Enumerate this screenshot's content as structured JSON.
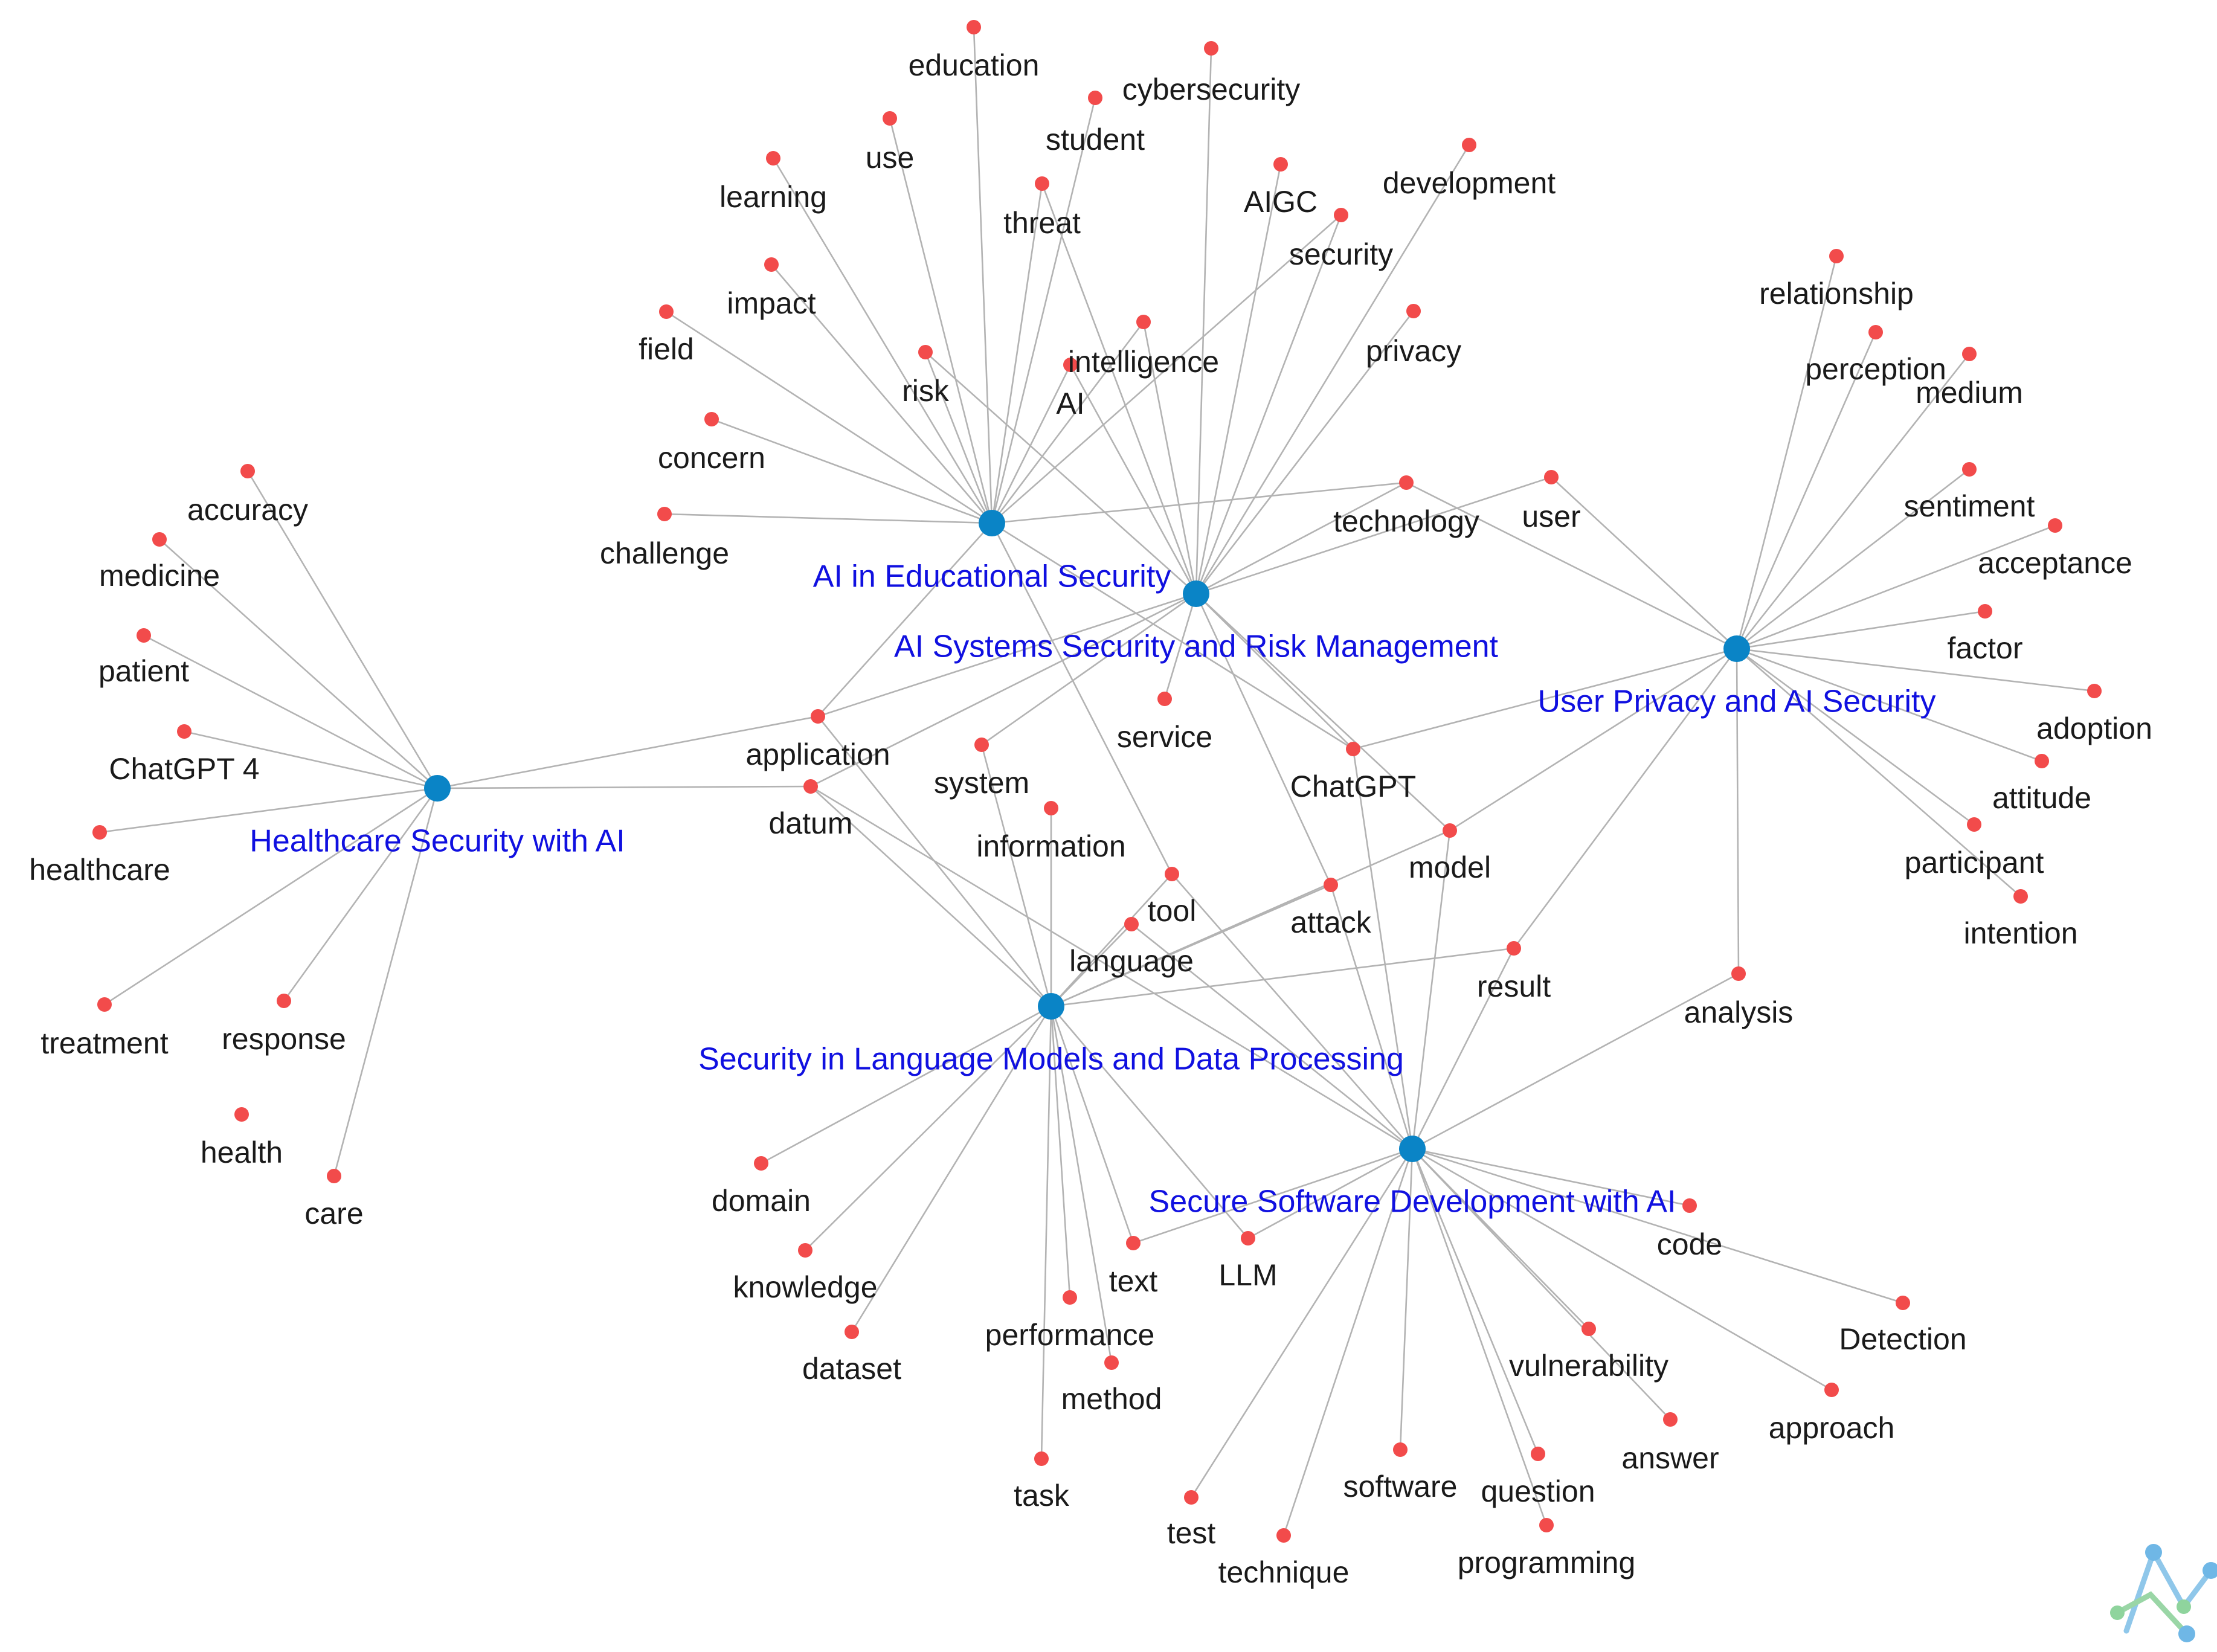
{
  "colors": {
    "hub": "#0a84c6",
    "hub_label": "#1010e0",
    "term": "#f24b4b",
    "edge": "#b3b3b3",
    "text": "#1a1a1a"
  },
  "hubs": [
    {
      "id": "edu",
      "label": "AI in Educational Security"
    },
    {
      "id": "sys",
      "label": "AI Systems Security and Risk Management"
    },
    {
      "id": "priv",
      "label": "User Privacy and AI Security"
    },
    {
      "id": "health",
      "label": "Healthcare Security with AI"
    },
    {
      "id": "lang",
      "label": "Security in Language Models and Data Processing"
    },
    {
      "id": "soft",
      "label": "Secure Software Development with AI"
    }
  ],
  "terms": [
    {
      "id": "education",
      "label": "education"
    },
    {
      "id": "cybersecurity",
      "label": "cybersecurity"
    },
    {
      "id": "student",
      "label": "student"
    },
    {
      "id": "use",
      "label": "use"
    },
    {
      "id": "learning",
      "label": "learning"
    },
    {
      "id": "threat",
      "label": "threat"
    },
    {
      "id": "aigc",
      "label": "AIGC"
    },
    {
      "id": "development",
      "label": "development"
    },
    {
      "id": "security",
      "label": "security"
    },
    {
      "id": "impact",
      "label": "impact"
    },
    {
      "id": "field",
      "label": "field"
    },
    {
      "id": "intelligence",
      "label": "intelligence"
    },
    {
      "id": "ai",
      "label": "AI"
    },
    {
      "id": "privacy",
      "label": "privacy"
    },
    {
      "id": "risk",
      "label": "risk"
    },
    {
      "id": "concern",
      "label": "concern"
    },
    {
      "id": "challenge",
      "label": "challenge"
    },
    {
      "id": "technology",
      "label": "technology"
    },
    {
      "id": "user",
      "label": "user"
    },
    {
      "id": "relationship",
      "label": "relationship"
    },
    {
      "id": "perception",
      "label": "perception"
    },
    {
      "id": "medium",
      "label": "medium"
    },
    {
      "id": "sentiment",
      "label": "sentiment"
    },
    {
      "id": "acceptance",
      "label": "acceptance"
    },
    {
      "id": "factor",
      "label": "factor"
    },
    {
      "id": "adoption",
      "label": "adoption"
    },
    {
      "id": "attitude",
      "label": "attitude"
    },
    {
      "id": "participant",
      "label": "participant"
    },
    {
      "id": "intention",
      "label": "intention"
    },
    {
      "id": "analysis",
      "label": "analysis"
    },
    {
      "id": "accuracy",
      "label": "accuracy"
    },
    {
      "id": "medicine",
      "label": "medicine"
    },
    {
      "id": "patient",
      "label": "patient"
    },
    {
      "id": "chatgpt4",
      "label": "ChatGPT 4"
    },
    {
      "id": "healthcare",
      "label": "healthcare"
    },
    {
      "id": "treatment",
      "label": "treatment"
    },
    {
      "id": "response",
      "label": "response"
    },
    {
      "id": "health",
      "label": "health"
    },
    {
      "id": "care",
      "label": "care"
    },
    {
      "id": "application",
      "label": "application"
    },
    {
      "id": "datum",
      "label": "datum"
    },
    {
      "id": "system",
      "label": "system"
    },
    {
      "id": "service",
      "label": "service"
    },
    {
      "id": "information",
      "label": "information"
    },
    {
      "id": "chatgpt",
      "label": "ChatGPT"
    },
    {
      "id": "model",
      "label": "model"
    },
    {
      "id": "tool",
      "label": "tool"
    },
    {
      "id": "attack",
      "label": "attack"
    },
    {
      "id": "language",
      "label": "language"
    },
    {
      "id": "result",
      "label": "result"
    },
    {
      "id": "domain",
      "label": "domain"
    },
    {
      "id": "knowledge",
      "label": "knowledge"
    },
    {
      "id": "dataset",
      "label": "dataset"
    },
    {
      "id": "text",
      "label": "text"
    },
    {
      "id": "llm",
      "label": "LLM"
    },
    {
      "id": "performance",
      "label": "performance"
    },
    {
      "id": "method",
      "label": "method"
    },
    {
      "id": "task",
      "label": "task"
    },
    {
      "id": "code",
      "label": "code"
    },
    {
      "id": "detection",
      "label": "Detection"
    },
    {
      "id": "vulnerability",
      "label": "vulnerability"
    },
    {
      "id": "approach",
      "label": "approach"
    },
    {
      "id": "answer",
      "label": "answer"
    },
    {
      "id": "software",
      "label": "software"
    },
    {
      "id": "question",
      "label": "question"
    },
    {
      "id": "test",
      "label": "test"
    },
    {
      "id": "technique",
      "label": "technique"
    },
    {
      "id": "programming",
      "label": "programming"
    }
  ],
  "edges": [
    [
      "edu",
      "education"
    ],
    [
      "edu",
      "use"
    ],
    [
      "edu",
      "learning"
    ],
    [
      "edu",
      "student"
    ],
    [
      "edu",
      "threat"
    ],
    [
      "edu",
      "impact"
    ],
    [
      "edu",
      "field"
    ],
    [
      "edu",
      "risk"
    ],
    [
      "edu",
      "concern"
    ],
    [
      "edu",
      "challenge"
    ],
    [
      "edu",
      "intelligence"
    ],
    [
      "edu",
      "ai"
    ],
    [
      "edu",
      "technology"
    ],
    [
      "edu",
      "application"
    ],
    [
      "edu",
      "tool"
    ],
    [
      "edu",
      "security"
    ],
    [
      "edu",
      "chatgpt"
    ],
    [
      "sys",
      "cybersecurity"
    ],
    [
      "sys",
      "aigc"
    ],
    [
      "sys",
      "development"
    ],
    [
      "sys",
      "security"
    ],
    [
      "sys",
      "privacy"
    ],
    [
      "sys",
      "intelligence"
    ],
    [
      "sys",
      "ai"
    ],
    [
      "sys",
      "threat"
    ],
    [
      "sys",
      "risk"
    ],
    [
      "sys",
      "user"
    ],
    [
      "sys",
      "technology"
    ],
    [
      "sys",
      "application"
    ],
    [
      "sys",
      "service"
    ],
    [
      "sys",
      "system"
    ],
    [
      "sys",
      "chatgpt"
    ],
    [
      "sys",
      "attack"
    ],
    [
      "sys",
      "model"
    ],
    [
      "sys",
      "datum"
    ],
    [
      "priv",
      "relationship"
    ],
    [
      "priv",
      "perception"
    ],
    [
      "priv",
      "medium"
    ],
    [
      "priv",
      "sentiment"
    ],
    [
      "priv",
      "acceptance"
    ],
    [
      "priv",
      "factor"
    ],
    [
      "priv",
      "adoption"
    ],
    [
      "priv",
      "attitude"
    ],
    [
      "priv",
      "participant"
    ],
    [
      "priv",
      "intention"
    ],
    [
      "priv",
      "analysis"
    ],
    [
      "priv",
      "user"
    ],
    [
      "priv",
      "technology"
    ],
    [
      "priv",
      "chatgpt"
    ],
    [
      "priv",
      "model"
    ],
    [
      "priv",
      "result"
    ],
    [
      "health",
      "accuracy"
    ],
    [
      "health",
      "medicine"
    ],
    [
      "health",
      "patient"
    ],
    [
      "health",
      "chatgpt4"
    ],
    [
      "health",
      "healthcare"
    ],
    [
      "health",
      "treatment"
    ],
    [
      "health",
      "response"
    ],
    [
      "health",
      "health"
    ],
    [
      "health",
      "care"
    ],
    [
      "health",
      "application"
    ],
    [
      "health",
      "datum"
    ],
    [
      "lang",
      "datum"
    ],
    [
      "lang",
      "system"
    ],
    [
      "lang",
      "information"
    ],
    [
      "lang",
      "language"
    ],
    [
      "lang",
      "result"
    ],
    [
      "lang",
      "model"
    ],
    [
      "lang",
      "domain"
    ],
    [
      "lang",
      "knowledge"
    ],
    [
      "lang",
      "dataset"
    ],
    [
      "lang",
      "text"
    ],
    [
      "lang",
      "llm"
    ],
    [
      "lang",
      "performance"
    ],
    [
      "lang",
      "method"
    ],
    [
      "lang",
      "task"
    ],
    [
      "lang",
      "application"
    ],
    [
      "lang",
      "tool"
    ],
    [
      "lang",
      "attack"
    ],
    [
      "soft",
      "code"
    ],
    [
      "soft",
      "detection"
    ],
    [
      "soft",
      "vulnerability"
    ],
    [
      "soft",
      "approach"
    ],
    [
      "soft",
      "answer"
    ],
    [
      "soft",
      "software"
    ],
    [
      "soft",
      "question"
    ],
    [
      "soft",
      "test"
    ],
    [
      "soft",
      "technique"
    ],
    [
      "soft",
      "programming"
    ],
    [
      "soft",
      "analysis"
    ],
    [
      "soft",
      "result"
    ],
    [
      "soft",
      "model"
    ],
    [
      "soft",
      "attack"
    ],
    [
      "soft",
      "chatgpt"
    ],
    [
      "soft",
      "tool"
    ],
    [
      "soft",
      "text"
    ],
    [
      "soft",
      "llm"
    ],
    [
      "soft",
      "language"
    ],
    [
      "soft",
      "datum"
    ]
  ]
}
